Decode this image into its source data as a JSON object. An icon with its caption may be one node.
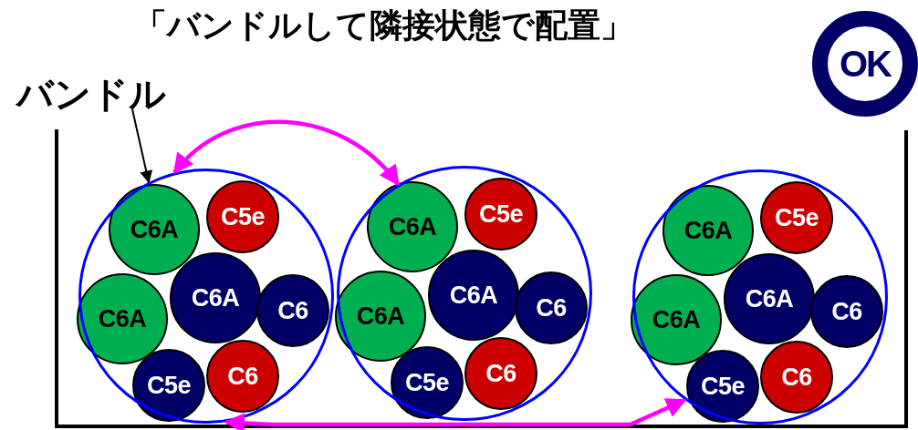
{
  "diagram": {
    "title": "「バンドルして隣接状態で配置」",
    "nodes": [
      {
        "text": [
          "OK"
        ]
      },
      {
        "text": [
          "バンドル"
        ]
      },
      {
        "text": [],
        "shape": "circle"
      },
      {
        "text": [
          "C6A"
        ],
        "in": 2
      },
      {
        "text": [
          "C5e"
        ],
        "in": 2
      },
      {
        "text": [
          "C6A"
        ],
        "in": 2
      },
      {
        "text": [
          "C6A"
        ],
        "in": 2
      },
      {
        "text": [
          "C6"
        ],
        "in": 2
      },
      {
        "text": [
          "C5e"
        ],
        "in": 2
      },
      {
        "text": [
          "C6"
        ],
        "in": 2
      },
      {
        "text": [],
        "shape": "circle"
      },
      {
        "text": [
          "C6A"
        ],
        "in": 10
      },
      {
        "text": [
          "C5e"
        ],
        "in": 10
      },
      {
        "text": [
          "C6A"
        ],
        "in": 10
      },
      {
        "text": [
          "C6A"
        ],
        "in": 10
      },
      {
        "text": [
          "C6"
        ],
        "in": 10
      },
      {
        "text": [
          "C5e"
        ],
        "in": 10
      },
      {
        "text": [
          "C6"
        ],
        "in": 10
      },
      {
        "text": [],
        "shape": "circle"
      },
      {
        "text": [
          "C6A"
        ],
        "in": 18
      },
      {
        "text": [
          "C5e"
        ],
        "in": 18
      },
      {
        "text": [
          "C6A"
        ],
        "in": 18
      },
      {
        "text": [
          "C6A"
        ],
        "in": 18
      },
      {
        "text": [
          "C6"
        ],
        "in": 18
      },
      {
        "text": [
          "C5e"
        ],
        "in": 18
      },
      {
        "text": [
          "C6"
        ],
        "in": 18
      }
    ],
    "edges": [
      {
        "from": 1,
        "to": 2,
        "arrow": "to",
        "color": "#000000"
      },
      {
        "from": 2,
        "to": 10,
        "arrow": "both"
      },
      {
        "from": 2,
        "to": 18,
        "arrow": "both"
      }
    ]
  }
}
